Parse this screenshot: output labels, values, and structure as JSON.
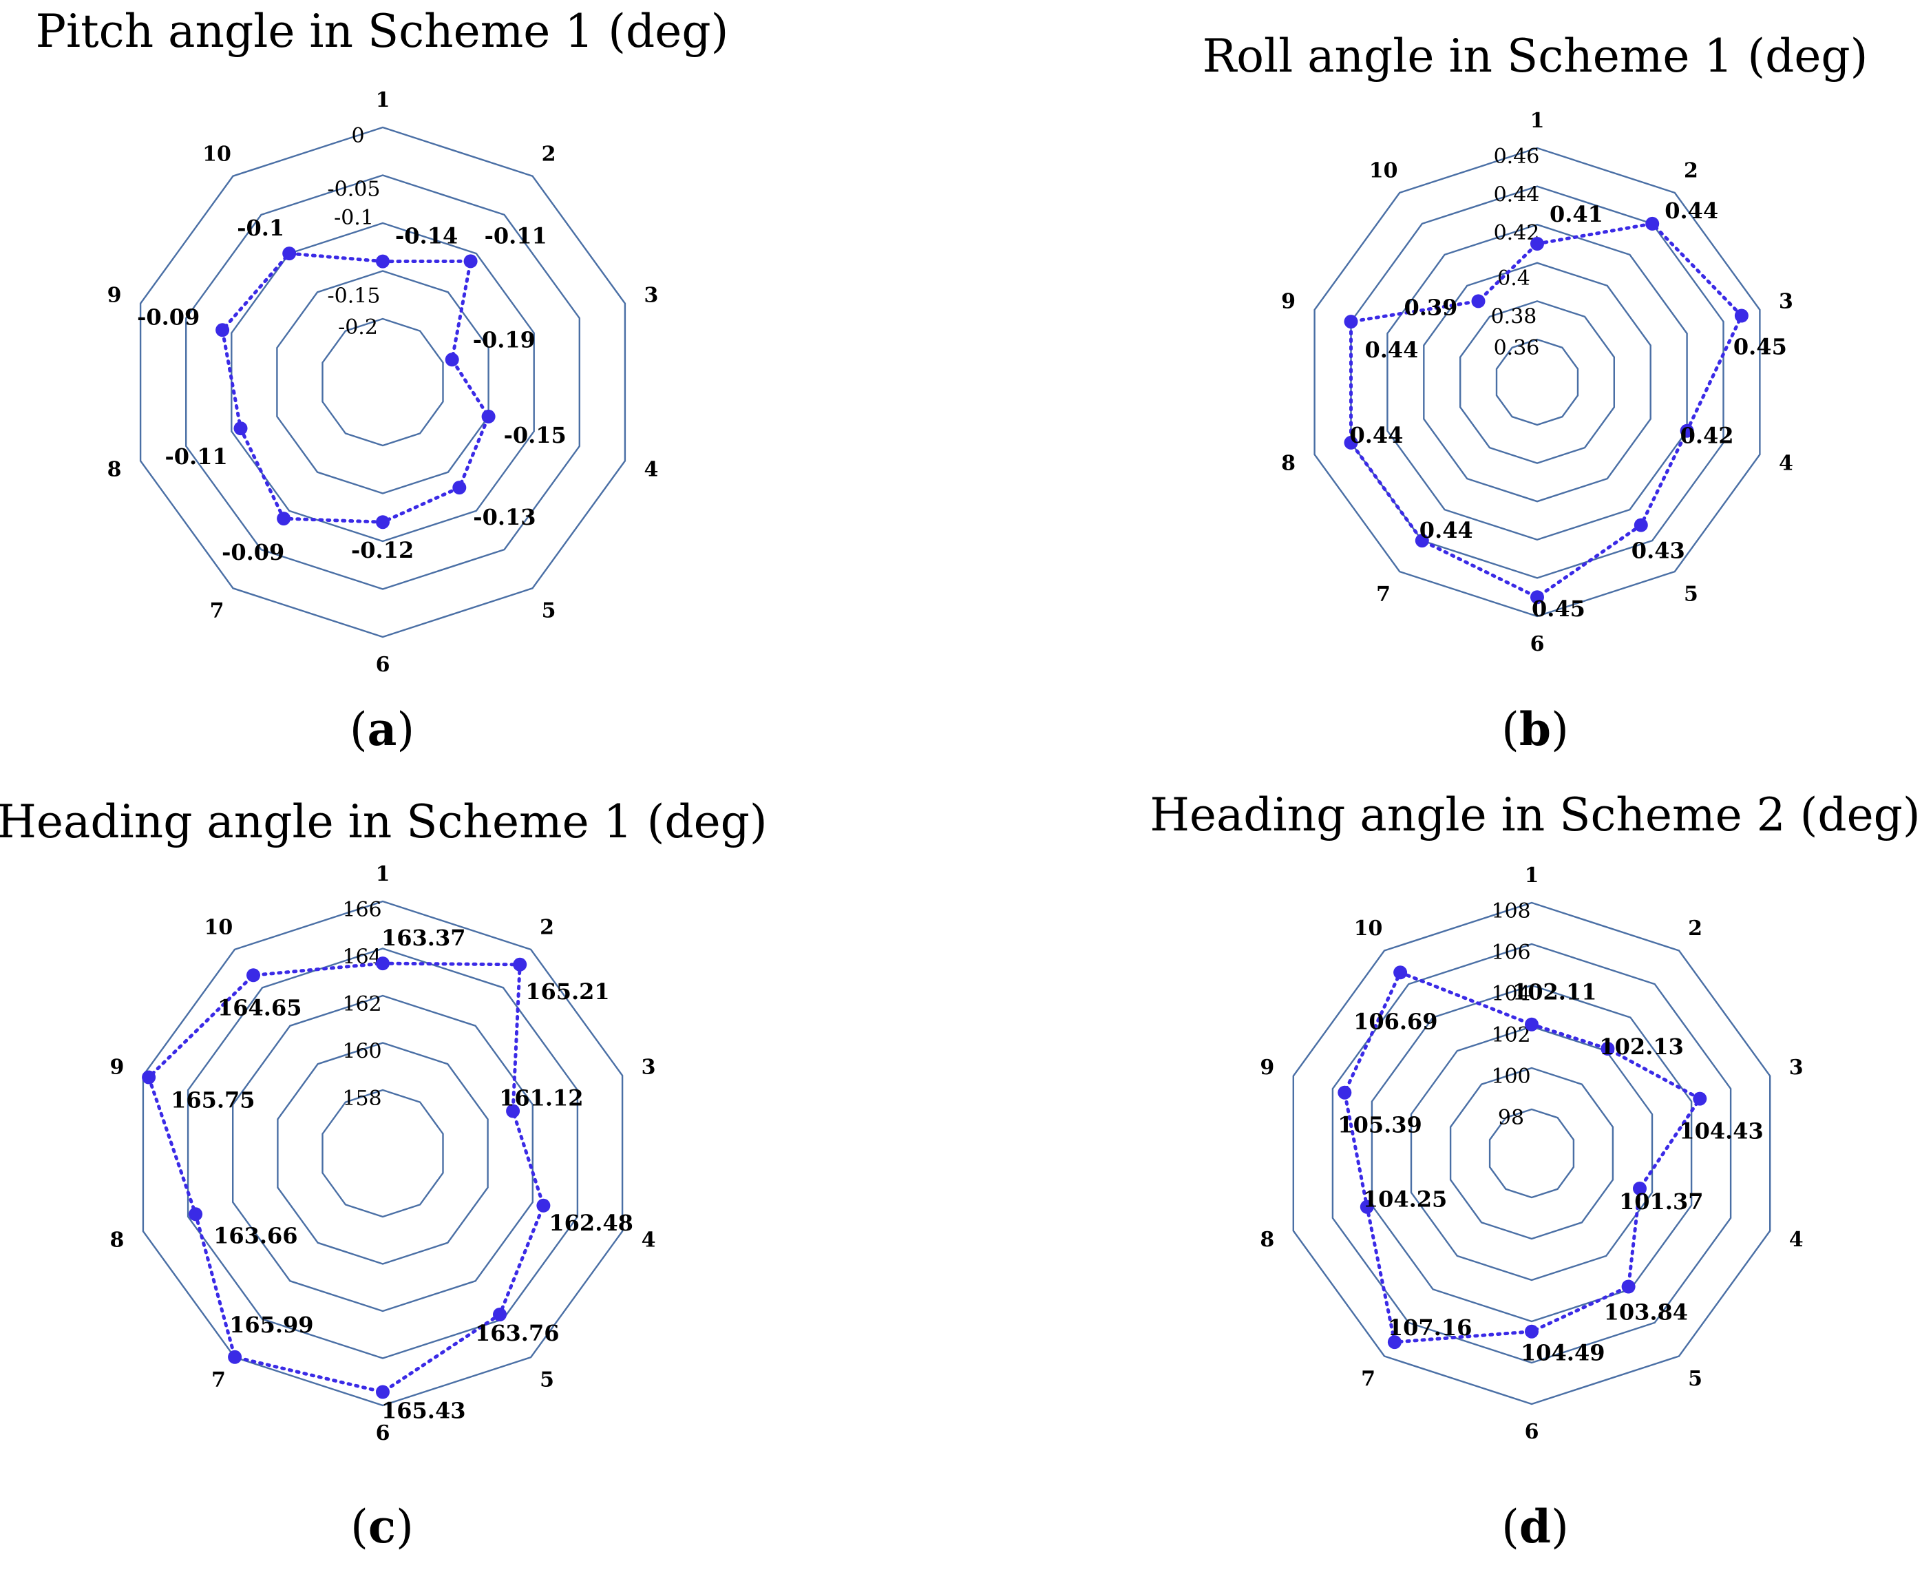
{
  "colors": {
    "grid": "#4a6fa5",
    "series": "#3a2ae6",
    "text": "#000000"
  },
  "chart_data": [
    {
      "panel": "(a)",
      "type": "radar",
      "title": "Pitch angle in Scheme 1 (deg)",
      "categories": [
        "1",
        "2",
        "3",
        "4",
        "5",
        "6",
        "7",
        "8",
        "9",
        "10"
      ],
      "rlim": [
        -0.2,
        0
      ],
      "ticks": [
        0,
        -0.05,
        -0.1,
        -0.15,
        -0.2
      ],
      "tick_labels": [
        "0",
        "-0.05",
        "-0.1",
        "-0.15",
        "-0.2"
      ],
      "series": [
        {
          "values": [
            -0.14,
            -0.11,
            -0.19,
            -0.15,
            -0.13,
            -0.12,
            -0.09,
            -0.11,
            -0.09,
            -0.1
          ],
          "labels": [
            "-0.14",
            "-0.11",
            "-0.19",
            "-0.15",
            "-0.13",
            "-0.12",
            "-0.09",
            "-0.11",
            "-0.09",
            "-0.1"
          ]
        }
      ],
      "grid": true,
      "legend": "none"
    },
    {
      "panel": "(b)",
      "type": "radar",
      "title": "Roll angle in Scheme 1 (deg)",
      "categories": [
        "1",
        "2",
        "3",
        "4",
        "5",
        "6",
        "7",
        "8",
        "9",
        "10"
      ],
      "rlim": [
        0.36,
        0.46
      ],
      "ticks": [
        0.46,
        0.44,
        0.42,
        0.4,
        0.38,
        0.36
      ],
      "tick_labels": [
        "0.46",
        "0.44",
        "0.42",
        "0.4",
        "0.38",
        "0.36"
      ],
      "series": [
        {
          "values": [
            0.41,
            0.44,
            0.45,
            0.42,
            0.43,
            0.45,
            0.44,
            0.44,
            0.44,
            0.39
          ],
          "labels": [
            "0.41",
            "0.44",
            "0.45",
            "0.42",
            "0.43",
            "0.45",
            "0.44",
            "0.44",
            "0.44",
            "0.39"
          ]
        }
      ],
      "grid": true,
      "legend": "none"
    },
    {
      "panel": "(c)",
      "type": "radar",
      "title": "Heading angle in Scheme 1 (deg)",
      "categories": [
        "1",
        "2",
        "3",
        "4",
        "5",
        "6",
        "7",
        "8",
        "9",
        "10"
      ],
      "rlim": [
        158,
        166
      ],
      "ticks": [
        166,
        164,
        162,
        160,
        158
      ],
      "tick_labels": [
        "166",
        "164",
        "162",
        "160",
        "158"
      ],
      "series": [
        {
          "values": [
            163.37,
            165.21,
            161.12,
            162.48,
            163.76,
            165.43,
            165.99,
            163.66,
            165.75,
            164.65
          ],
          "labels": [
            "163.37",
            "165.21",
            "161.12",
            "162.48",
            "163.76",
            "165.43",
            "165.99",
            "163.66",
            "165.75",
            "164.65"
          ]
        }
      ],
      "grid": true,
      "legend": "none"
    },
    {
      "panel": "(d)",
      "type": "radar",
      "title": "Heading angle in Scheme 2 (deg)",
      "categories": [
        "1",
        "2",
        "3",
        "4",
        "5",
        "6",
        "7",
        "8",
        "9",
        "10"
      ],
      "rlim": [
        98,
        108
      ],
      "ticks": [
        108,
        106,
        104,
        102,
        100,
        98
      ],
      "tick_labels": [
        "108",
        "106",
        "104",
        "102",
        "100",
        "98"
      ],
      "series": [
        {
          "values": [
            102.11,
            102.13,
            104.43,
            101.37,
            103.84,
            104.49,
            107.16,
            104.25,
            105.39,
            106.69
          ],
          "labels": [
            "102.11",
            "102.13",
            "104.43",
            "101.37",
            "103.84",
            "104.49",
            "107.16",
            "104.25",
            "105.39",
            "106.69"
          ]
        }
      ],
      "grid": true,
      "legend": "none"
    }
  ]
}
